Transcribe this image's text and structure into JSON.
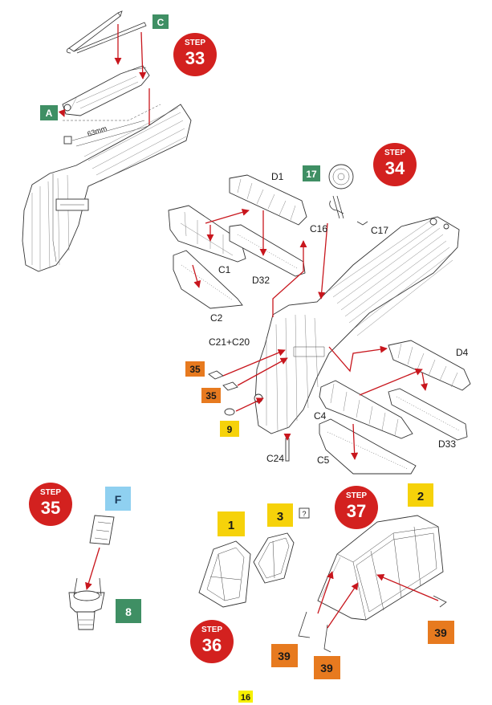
{
  "page_number": "16",
  "steps": {
    "s33": {
      "word": "STEP",
      "number": "33"
    },
    "s34": {
      "word": "STEP",
      "number": "34"
    },
    "s35": {
      "word": "STEP",
      "number": "35"
    },
    "s36": {
      "word": "STEP",
      "number": "36"
    },
    "s37": {
      "word": "STEP",
      "number": "37"
    }
  },
  "boxes": {
    "C": "C",
    "A": "A",
    "n17": "17",
    "F": "F",
    "n8": "8",
    "n35a": "35",
    "n35b": "35",
    "n9": "9",
    "n1": "1",
    "n3": "3",
    "n2": "2",
    "n39a": "39",
    "n39b": "39",
    "n39c": "39"
  },
  "labels": {
    "measure": "63mm",
    "D1": "D1",
    "C1": "C1",
    "D32": "D32",
    "C2": "C2",
    "C16": "C16",
    "C17": "C17",
    "C21C20": "C21+C20",
    "D4": "D4",
    "C4": "C4",
    "D33": "D33",
    "C24": "C24",
    "C5": "C5",
    "question": "?"
  },
  "colors": {
    "step_red": "#d3211f",
    "arrow_red": "#c8161d",
    "green_box": "#3f8f64",
    "blue_box": "#8fd0f0",
    "yellow_box": "#f6d20a",
    "orange_box": "#e77a1f"
  }
}
